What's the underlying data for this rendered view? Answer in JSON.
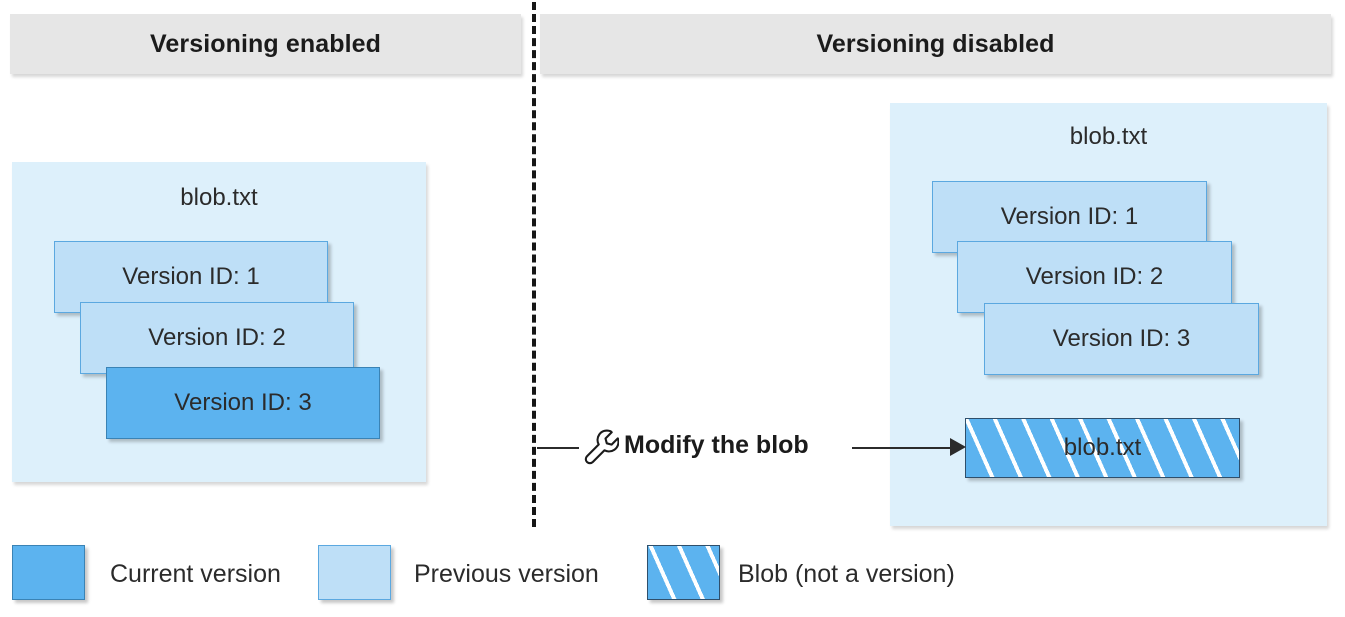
{
  "headers": {
    "left": "Versioning enabled",
    "right": "Versioning disabled"
  },
  "panels": {
    "left": {
      "blob_name": "blob.txt",
      "versions": [
        {
          "label": "Version ID: 1",
          "kind": "previous"
        },
        {
          "label": "Version ID: 2",
          "kind": "previous"
        },
        {
          "label": "Version ID: 3",
          "kind": "current"
        }
      ]
    },
    "right": {
      "blob_name": "blob.txt",
      "versions": [
        {
          "label": "Version ID: 1",
          "kind": "previous"
        },
        {
          "label": "Version ID: 2",
          "kind": "previous"
        },
        {
          "label": "Version ID: 3",
          "kind": "previous"
        }
      ],
      "blob_object": {
        "label": "blob.txt",
        "kind": "blob-not-a-version"
      }
    }
  },
  "action": {
    "icon": "wrench-icon",
    "label": "Modify the blob"
  },
  "legend": [
    {
      "label": "Current version",
      "kind": "current",
      "color": "#5CB3EF"
    },
    {
      "label": "Previous version",
      "kind": "previous",
      "color": "#BEDFF7"
    },
    {
      "label": "Blob (not a version)",
      "kind": "blob-not-a-version",
      "color": "#5CB3EF"
    }
  ],
  "colors": {
    "header_bg": "#E6E6E6",
    "container_bg": "#DDF0FB",
    "current_version": "#5CB3EF",
    "previous_version": "#BEDFF7",
    "current_border": "#3A83B5",
    "previous_border": "#5BA8E0",
    "hatch_stripe": "#FFFFFF",
    "text": "#2B2B2B",
    "divider": "#161616"
  }
}
